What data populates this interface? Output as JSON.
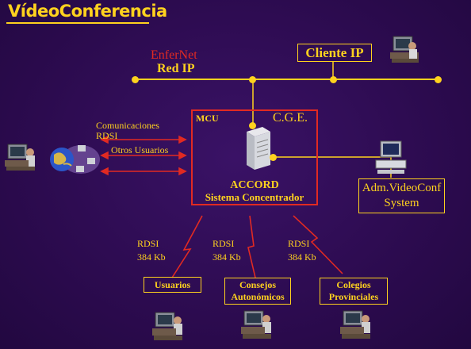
{
  "title": "VídeoConferencia",
  "network": {
    "name_red": "EnferNet",
    "name_ip": "Red IP",
    "client_ip": "Cliente IP"
  },
  "mcu": {
    "label": "MCU",
    "org": "C.G.E.",
    "device_name": "ACCORD",
    "device_desc": "Sistema Concentrador"
  },
  "admin": {
    "line1": "Adm.VideoConf",
    "line2": "System"
  },
  "left_side": {
    "comm_line1": "Comunicaciones",
    "comm_line2": "RDSI",
    "others": "Otros Usuarios"
  },
  "links": [
    {
      "type": "RDSI",
      "speed": "384 Kb"
    },
    {
      "type": "RDSI",
      "speed": "384 Kb"
    },
    {
      "type": "RDSI",
      "speed": "384 Kb"
    }
  ],
  "groups": {
    "usuarios": "Usuarios",
    "consejos_1": "Consejos",
    "consejos_2": "Autonómicos",
    "colegios_1": "Colegios",
    "colegios_2": "Provinciales"
  },
  "colors": {
    "background": "#2e0c52",
    "accent_yellow": "#ffd21e",
    "accent_red": "#e12a22",
    "text_white": "#ffffff"
  }
}
